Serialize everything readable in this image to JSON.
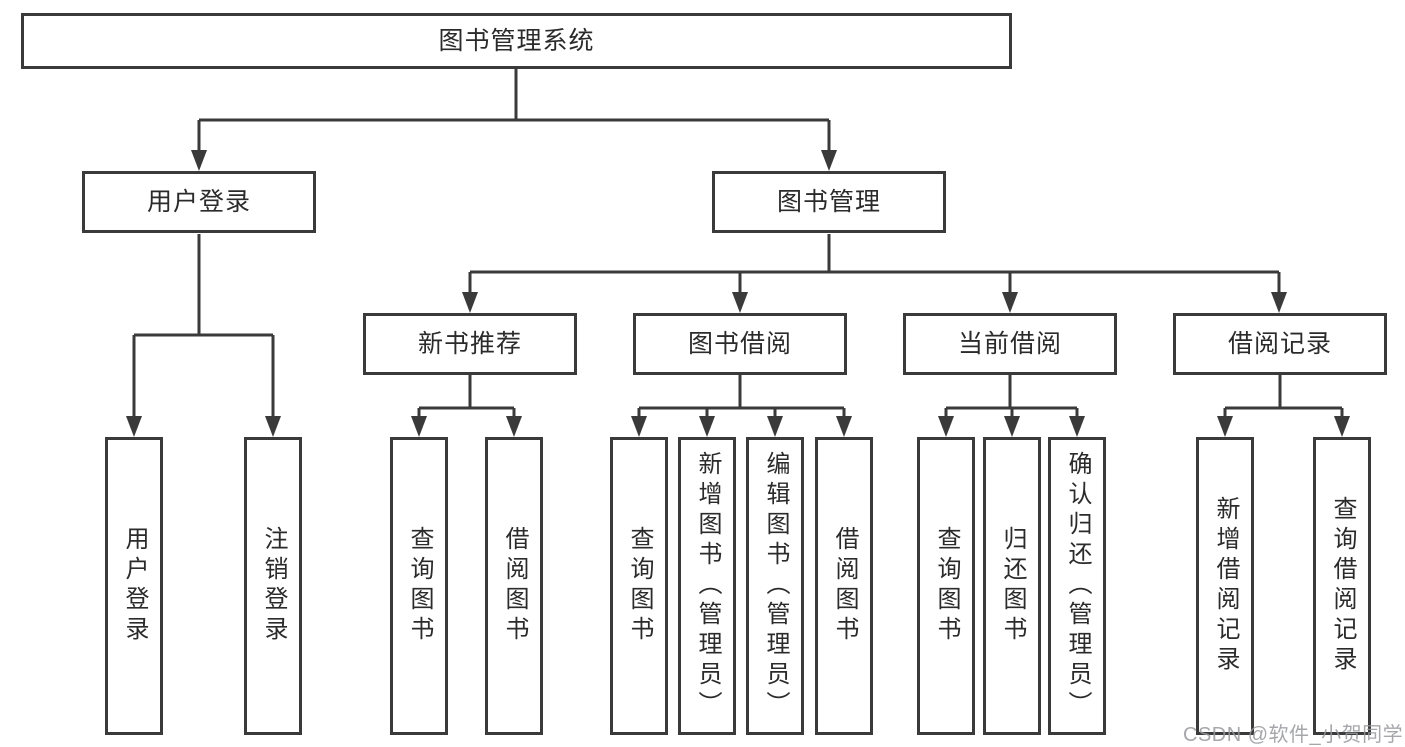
{
  "diagram_title": "图书管理系统",
  "colors": {
    "stroke": "#3a3a3a",
    "node_background": "#ffffff",
    "node_text": "#2b2b2b",
    "watermark_text": "#96989b"
  },
  "tree": {
    "label": "图书管理系统",
    "children": [
      {
        "label": "用户登录",
        "children": [
          {
            "label": "用户登录"
          },
          {
            "label": "注销登录"
          }
        ]
      },
      {
        "label": "图书管理",
        "children": [
          {
            "label": "新书推荐",
            "children": [
              {
                "label": "查询图书"
              },
              {
                "label": "借阅图书"
              }
            ]
          },
          {
            "label": "图书借阅",
            "children": [
              {
                "label": "查询图书"
              },
              {
                "label": "新增图书（管理员）"
              },
              {
                "label": "编辑图书（管理员）"
              },
              {
                "label": "借阅图书"
              }
            ]
          },
          {
            "label": "当前借阅",
            "children": [
              {
                "label": "查询图书"
              },
              {
                "label": "归还图书"
              },
              {
                "label": "确认归还（管理员）"
              }
            ]
          },
          {
            "label": "借阅记录",
            "children": [
              {
                "label": "新增借阅记录"
              },
              {
                "label": "查询借阅记录"
              }
            ]
          }
        ]
      }
    ]
  },
  "watermark": "CSDN @软件_小贺同学"
}
